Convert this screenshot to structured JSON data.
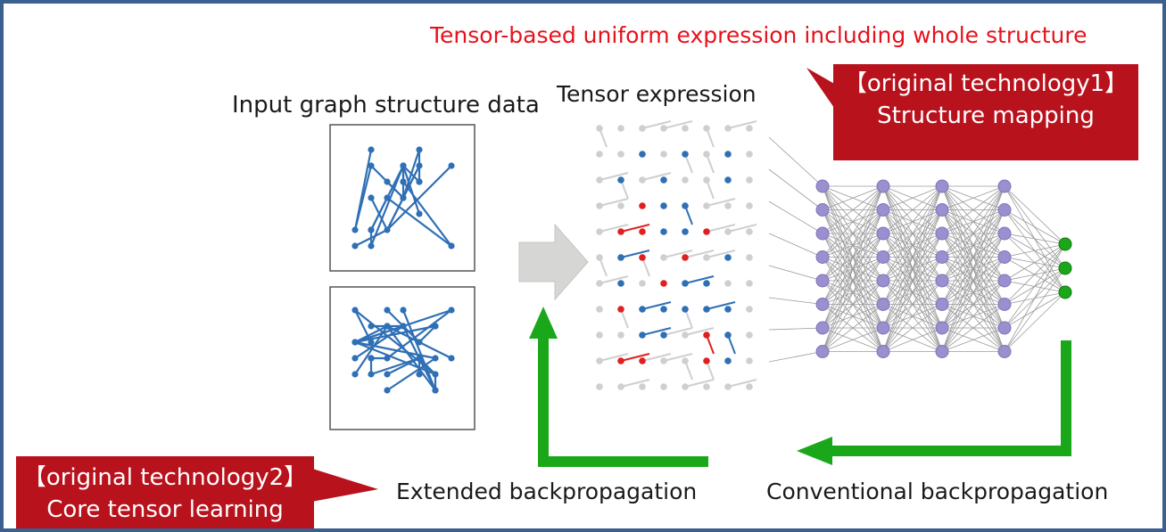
{
  "headline": "Tensor-based uniform expression including whole structure",
  "labels": {
    "input_data": "Input graph structure data",
    "tensor_expression": "Tensor expression",
    "extended_bp": "Extended backpropagation",
    "conventional_bp": "Conventional backpropagation"
  },
  "callouts": {
    "tech1": {
      "line1": "【original technology1】",
      "line2": "Structure mapping"
    },
    "tech2": {
      "line1": "【original technology2】",
      "line2": "Core tensor learning"
    }
  },
  "colors": {
    "frame": "#3b5f8f",
    "headline": "#e5121c",
    "callout_bg": "#b8121d",
    "arrow_green": "#1aa81a",
    "node_blue": "#2f6fb5",
    "node_red": "#e02020",
    "nn_node": "#9b8fd0",
    "output_node": "#1aa81a",
    "block_arrow": "#d6d6d4"
  }
}
